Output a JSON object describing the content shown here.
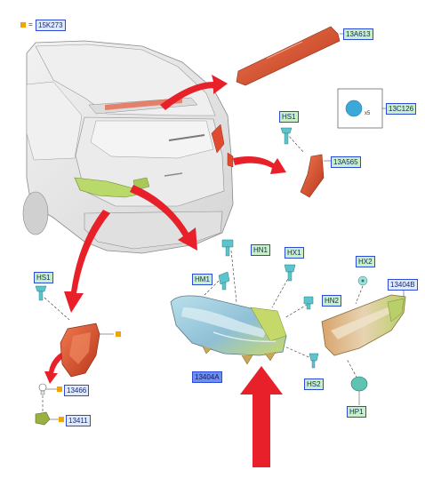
{
  "legend": {
    "code": "15K273",
    "eq": "=",
    "color": "#f4a300"
  },
  "labels": {
    "p13A613": "13A613",
    "p13C126": "13C126",
    "p13A565": "13A565",
    "hs1_top": "HS1",
    "hs1_left": "HS1",
    "hn1": "HN1",
    "hx1": "HX1",
    "hx2": "HX2",
    "hm1": "HM1",
    "hn2": "HN2",
    "p13404B": "13404B",
    "p13404A": "13404A",
    "hs2": "HS2",
    "hp1": "HP1",
    "p13466": "13466",
    "p13411": "13411"
  },
  "clip_count": "x5",
  "colors": {
    "arrow": "#e8202a",
    "lamp_green": "#b8d96a",
    "lamp_blue": "#9fcbe0",
    "red_part": "#d9542f",
    "car_body": "#e6e6e6",
    "label_border": "#2d4bd6"
  }
}
